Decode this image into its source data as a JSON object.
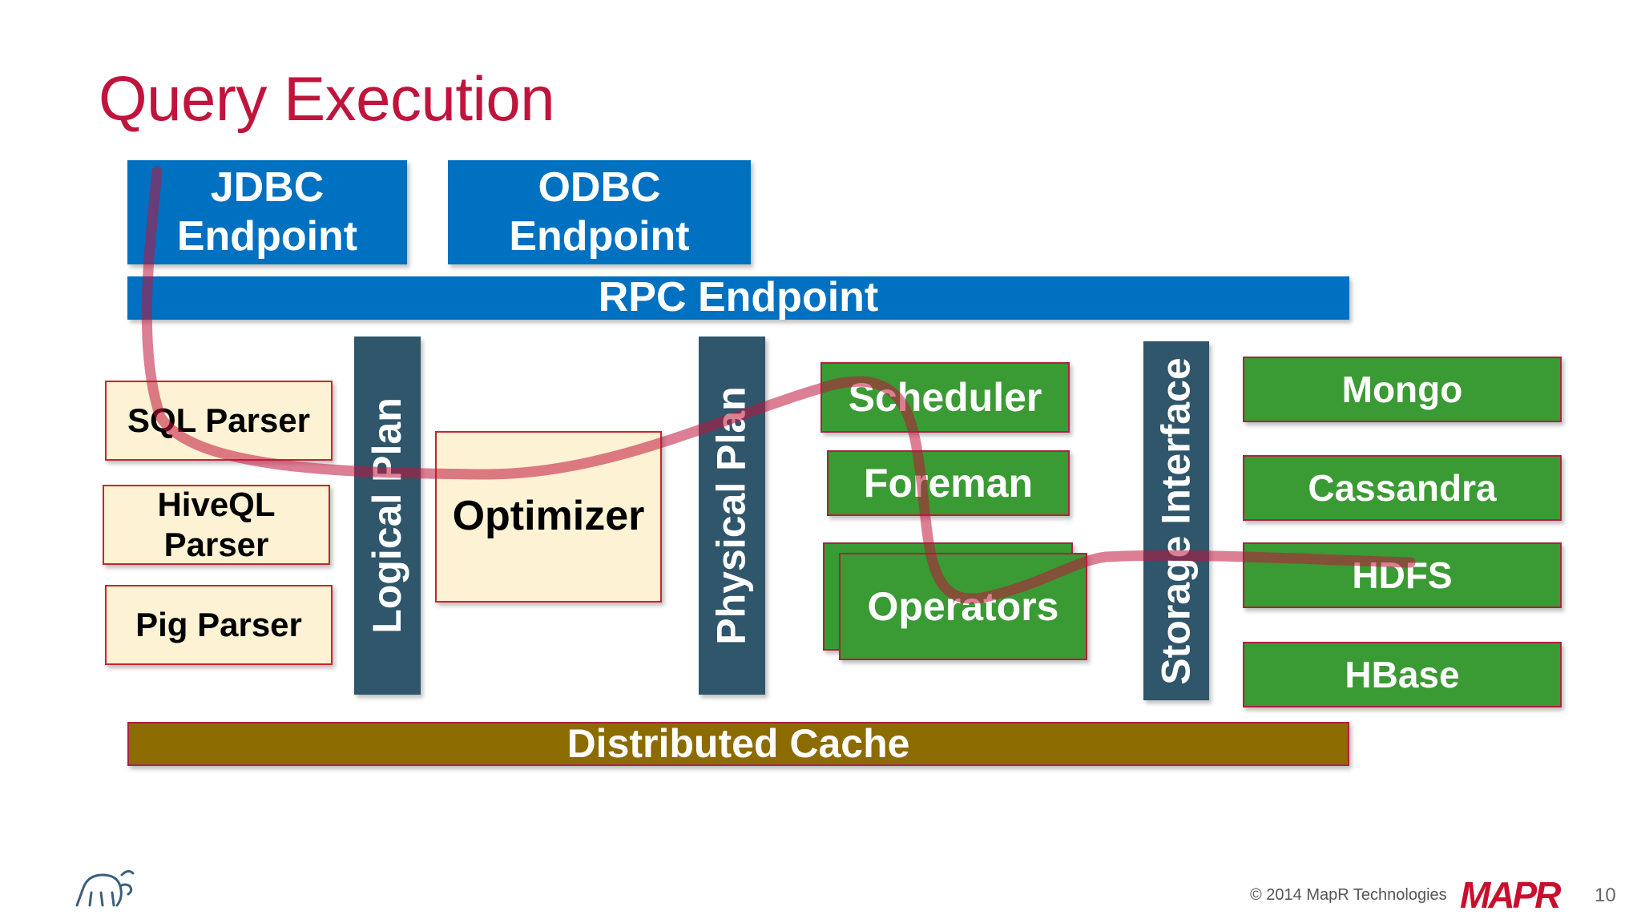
{
  "title": "Query Execution",
  "endpoints": {
    "jdbc": "JDBC Endpoint",
    "odbc": "ODBC Endpoint",
    "rpc": "RPC Endpoint"
  },
  "parsers": {
    "sql": "SQL Parser",
    "hiveql": "HiveQL Parser",
    "pig": "Pig Parser"
  },
  "logical_plan": "Logical Plan",
  "optimizer": "Optimizer",
  "physical_plan": "Physical Plan",
  "execution": {
    "scheduler": "Scheduler",
    "foreman": "Foreman",
    "operators": "Operators"
  },
  "storage_interface": "Storage Interface",
  "storage": {
    "mongo": "Mongo",
    "cassandra": "Cassandra",
    "hdfs": "HDFS",
    "hbase": "HBase"
  },
  "distributed_cache": "Distributed Cache",
  "footer": {
    "copyright": "© 2014 MapR Technologies",
    "brand": "MAPR",
    "page_number": "10"
  },
  "colors": {
    "title": "#c0143c",
    "endpoint_blue": "#0070c0",
    "component_green": "#3a9a33",
    "parser_cream": "#fdf2d3",
    "plan_dark": "#2f566b",
    "cache_gold": "#8c6c00",
    "flow_path": "#c0143c"
  }
}
